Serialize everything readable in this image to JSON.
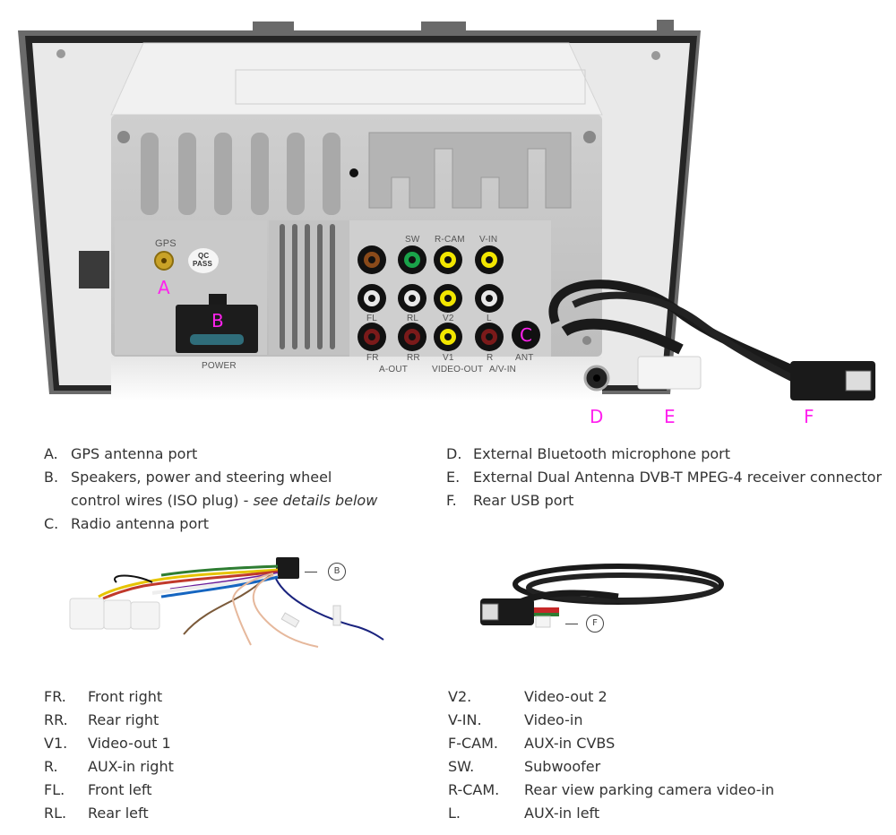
{
  "colors": {
    "callout": "#ff22ee",
    "text": "#333333",
    "chassis": "#c8c8c8",
    "bezel": "#5a5a5a",
    "rca_red": "#7a1a1a",
    "rca_white": "#e8e8e8",
    "rca_yellow": "#f2e600",
    "rca_green": "#1aa34a",
    "rca_brown": "#8a4a1a"
  },
  "device": {
    "callouts": {
      "a": "A",
      "b": "B",
      "c": "C",
      "d": "D",
      "e": "E",
      "f": "F"
    },
    "labels": {
      "gps": "GPS",
      "qc_pass_1": "QC",
      "qc_pass_2": "PASS",
      "power": "POWER",
      "sw": "SW",
      "rcam": "R-CAM",
      "vin": "V-IN",
      "fl": "FL",
      "rl": "RL",
      "v2": "V2",
      "l": "L",
      "fr": "FR",
      "rr": "RR",
      "v1": "V1",
      "r": "R",
      "ant": "ANT",
      "a_out": "A-OUT",
      "video_out": "VIDEO-OUT",
      "av_in": "A/V-IN"
    }
  },
  "legend": {
    "left": [
      {
        "key": "A.",
        "value": "GPS antenna port"
      },
      {
        "key": "B.",
        "value": "Speakers, power and steering wheel"
      },
      {
        "key": "",
        "value": "control wires (ISO plug) - ",
        "emphasis": "see details below"
      },
      {
        "key": "C.",
        "value": "Radio antenna port"
      }
    ],
    "right": [
      {
        "key": "D.",
        "value": "External Bluetooth microphone port"
      },
      {
        "key": "E.",
        "value": "External Dual Antenna DVB-T MPEG-4 receiver connector"
      },
      {
        "key": "F.",
        "value": "Rear USB port"
      }
    ]
  },
  "accessories": {
    "harness_tag": "B",
    "usb_tag": "F"
  },
  "abbreviations": {
    "left": [
      {
        "key": "FR.",
        "value": "Front right"
      },
      {
        "key": "RR.",
        "value": "Rear right"
      },
      {
        "key": "V1.",
        "value": "Video-out 1"
      },
      {
        "key": "R.",
        "value": "AUX-in right"
      },
      {
        "key": "FL.",
        "value": "Front left"
      },
      {
        "key": "RL.",
        "value": "Rear left"
      }
    ],
    "right": [
      {
        "key": "V2.",
        "value": "Video-out 2"
      },
      {
        "key": "V-IN.",
        "value": "Video-in"
      },
      {
        "key": "F-CAM.",
        "value": "AUX-in CVBS"
      },
      {
        "key": "SW.",
        "value": "Subwoofer"
      },
      {
        "key": "R-CAM.",
        "value": "Rear view parking camera video-in"
      },
      {
        "key": "L.",
        "value": "AUX-in left"
      }
    ]
  }
}
